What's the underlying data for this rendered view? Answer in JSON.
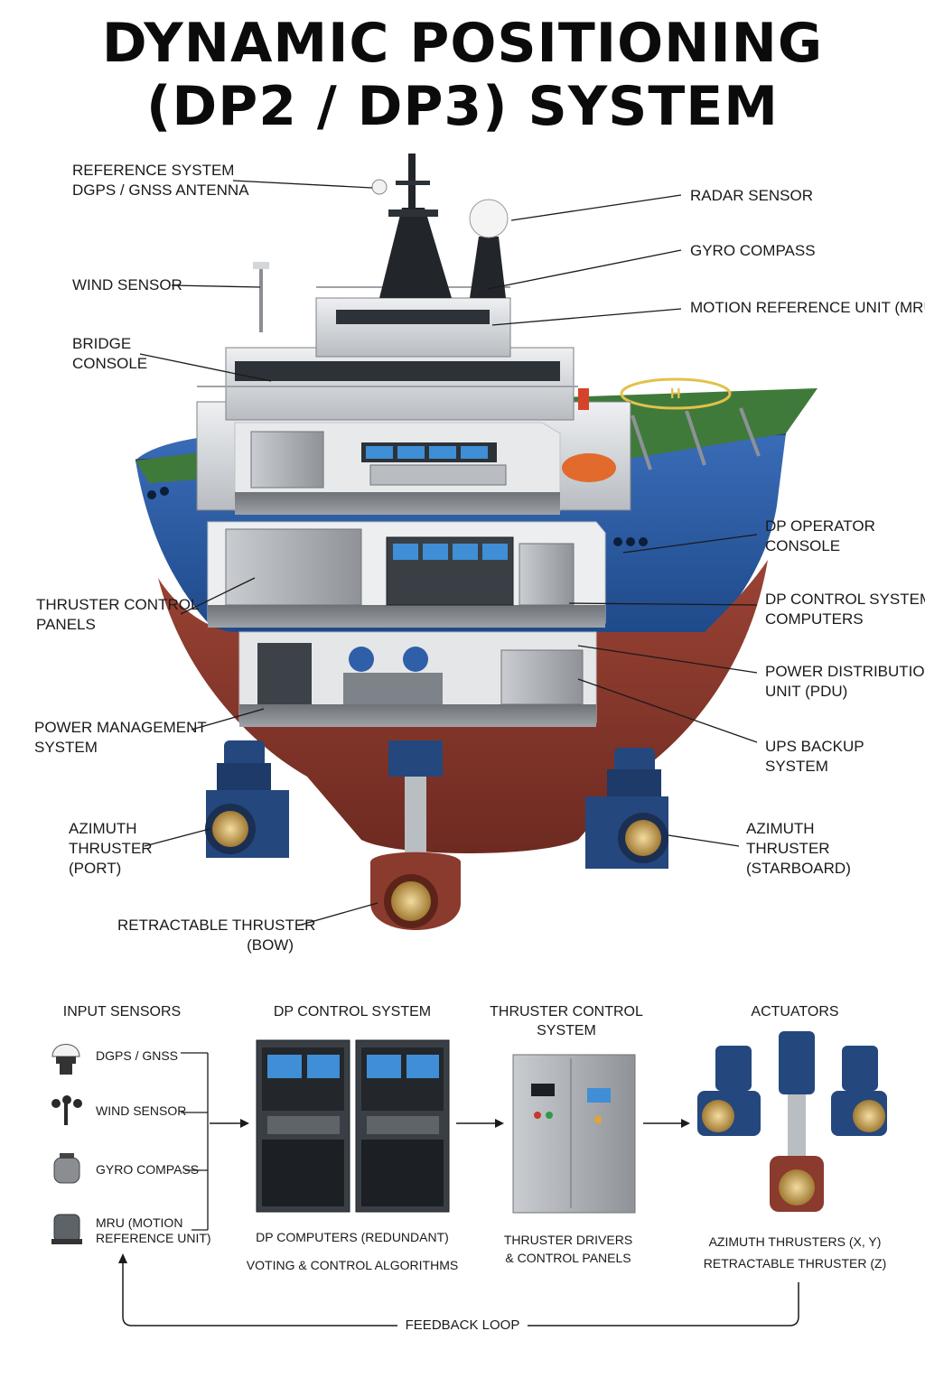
{
  "title": {
    "line1": "DYNAMIC POSITIONING",
    "line2": "(DP2 / DP3) SYSTEM"
  },
  "labels": {
    "reference_system": [
      "REFERENCE SYSTEM",
      "DGPS / GNSS ANTENNA"
    ],
    "wind_sensor": [
      "WIND SENSOR"
    ],
    "bridge_console": [
      "BRIDGE",
      "CONSOLE"
    ],
    "thruster_control_panels": [
      "THRUSTER CONTROL",
      "PANELS"
    ],
    "power_management": [
      "POWER MANAGEMENT",
      "SYSTEM"
    ],
    "azimuth_port": [
      "AZIMUTH",
      "THRUSTER",
      "(PORT)"
    ],
    "retractable_bow": [
      "RETRACTABLE THRUSTER",
      "(BOW)"
    ],
    "radar_sensor": [
      "RADAR SENSOR"
    ],
    "gyro_compass": [
      "GYRO COMPASS"
    ],
    "mru": [
      "MOTION REFERENCE UNIT (MRU)"
    ],
    "dp_operator_console": [
      "DP OPERATOR",
      "CONSOLE"
    ],
    "dp_control_computers": [
      "DP CONTROL SYSTEM",
      "COMPUTERS"
    ],
    "pdu": [
      "POWER DISTRIBUTION",
      "UNIT (PDU)"
    ],
    "ups": [
      "UPS BACKUP",
      "SYSTEM"
    ],
    "azimuth_starboard": [
      "AZIMUTH",
      "THRUSTER",
      "(STARBOARD)"
    ]
  },
  "flow": {
    "headers": {
      "input_sensors": [
        "INPUT SENSORS"
      ],
      "dp_control": [
        "DP CONTROL SYSTEM"
      ],
      "thruster_control": [
        "THRUSTER CONTROL",
        "SYSTEM"
      ],
      "actuators": [
        "ACTUATORS"
      ]
    },
    "sensors": {
      "dgps": [
        "DGPS / GNSS"
      ],
      "wind": [
        "WIND SENSOR"
      ],
      "gyro": [
        "GYRO COMPASS"
      ],
      "mru": [
        "MRU (MOTION",
        "REFERENCE UNIT)"
      ]
    },
    "captions": {
      "dp_computers": [
        "DP COMPUTERS (REDUNDANT)",
        "VOTING & CONTROL ALGORITHMS"
      ],
      "thruster_drivers": [
        "THRUSTER DRIVERS",
        "& CONTROL PANELS"
      ],
      "actuator_types": [
        "AZIMUTH THRUSTERS (X, Y)",
        "RETRACTABLE THRUSTER (Z)"
      ]
    },
    "feedback": "FEEDBACK LOOP"
  },
  "colors": {
    "hull_blue": "#2f5fa8",
    "hull_red": "#8b3a2e",
    "deck_green": "#3f7a3a",
    "superstructure": "#d9dcdf",
    "thruster_blue": "#24477e",
    "propeller_bronze": "#c8a25a"
  }
}
